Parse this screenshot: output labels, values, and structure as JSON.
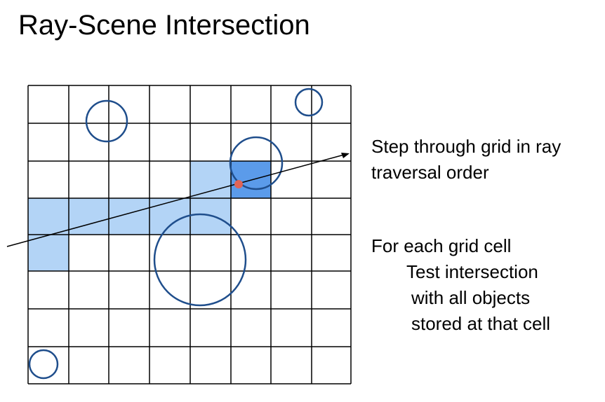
{
  "title": "Ray-Scene Intersection",
  "caption_step": {
    "line1": "Step through grid in ray",
    "line2": "traversal order"
  },
  "caption_test": {
    "line1": "For each grid cell",
    "line2": "Test intersection",
    "line3": "with all objects",
    "line4": "stored at that cell"
  },
  "colors": {
    "grid_line": "#000000",
    "traversed_cell": "#b3d4f6",
    "hit_cell": "#5b9bea",
    "object_circle": "#1f4e8c",
    "ray": "#000000",
    "hit_point": "#e06457"
  }
}
